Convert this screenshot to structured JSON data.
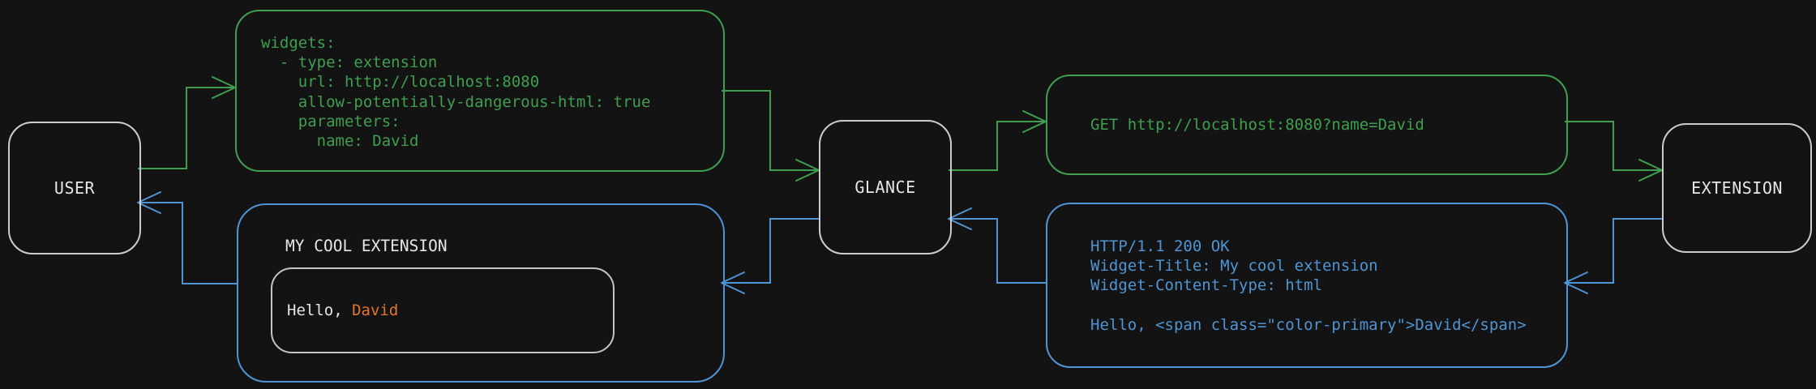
{
  "colors": {
    "bg": "#131313",
    "request": "#3f9f4e",
    "response": "#4f95d5",
    "neutral": "#cdcdcd",
    "text": "#e6e6e6",
    "accent": "#e2752f"
  },
  "nodes": {
    "user": {
      "label": "USER"
    },
    "glance": {
      "label": "GLANCE"
    },
    "extension": {
      "label": "EXTENSION"
    }
  },
  "config": {
    "yaml_lines": [
      "widgets:",
      "  - type: extension",
      "    url: http://localhost:8080",
      "    allow-potentially-dangerous-html: true",
      "    parameters:",
      "      name: David"
    ]
  },
  "request": {
    "line": "GET http://localhost:8080?name=David"
  },
  "response": {
    "lines": [
      "HTTP/1.1 200 OK",
      "Widget-Title: My cool extension",
      "Widget-Content-Type: html",
      "",
      "Hello, <span class=\"color-primary\">David</span>"
    ]
  },
  "widget": {
    "title": "MY COOL EXTENSION",
    "greeting_prefix": "Hello, ",
    "greeting_name": "David"
  }
}
